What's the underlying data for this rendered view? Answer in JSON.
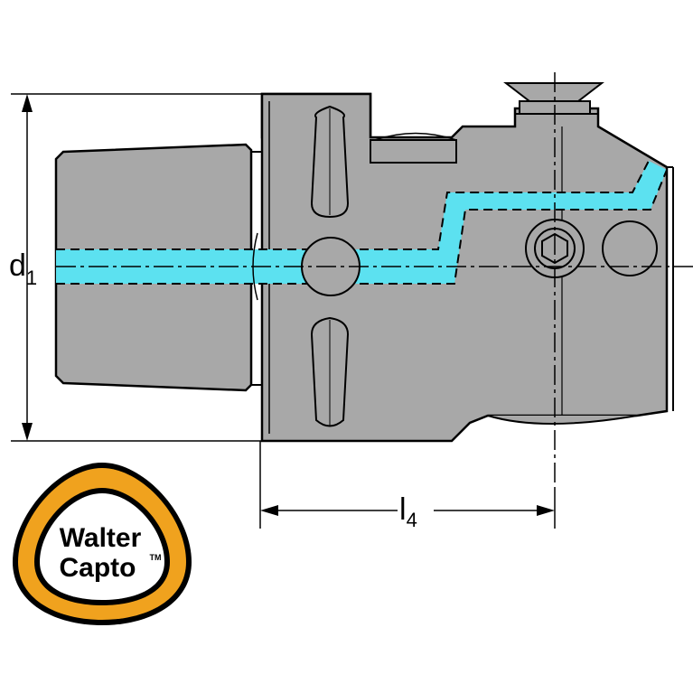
{
  "dimensions": {
    "d1": {
      "main": "d",
      "sub": "1"
    },
    "l4": {
      "main": "l",
      "sub": "4"
    }
  },
  "logo": {
    "line1": "Walter",
    "line2": "Capto",
    "mark": "TM"
  },
  "colors": {
    "body": "#a8a8a8",
    "coolant": "#5ce1f0",
    "outline": "#000000",
    "logo_ring": "#f0a21e"
  }
}
